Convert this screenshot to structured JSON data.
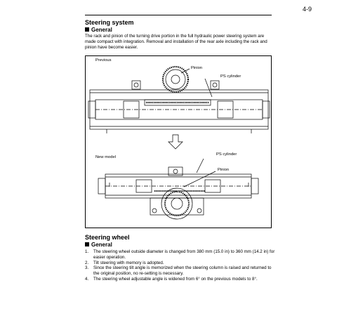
{
  "page_number": "4-9",
  "sections": {
    "steering_system": {
      "title": "Steering system",
      "general_heading": "General",
      "paragraph": "The rack and pinion of the turning drive portion in the full hydraulic power steering system are made compact with integration. Removal and installation of the rear axle including the rack and pinion have become easier."
    },
    "figure": {
      "previous_label": "Previous",
      "new_model_label": "New model",
      "pinion_label_top": "Pinion",
      "ps_cylinder_label_top": "PS cylinder",
      "ps_cylinder_label_bottom": "PS cylinder",
      "pinion_label_bottom": "Pinion"
    },
    "steering_wheel": {
      "title": "Steering wheel",
      "general_heading": "General",
      "items": [
        {
          "num": "1.",
          "text": "The steering wheel outside diameter is changed from 380 mm (15.0 in) to 360 mm (14.2 in) for easier operation."
        },
        {
          "num": "2.",
          "text": "Tilt steering with memory is adopted."
        },
        {
          "num": "3.",
          "text": "Since the steering tilt angle is memorized when the steering column is raised and returned to the original position, no re-setting is necessary."
        },
        {
          "num": "4.",
          "text": "The steering wheel adjustable angle is widened from 6° on the previous models to 8°."
        }
      ]
    }
  }
}
